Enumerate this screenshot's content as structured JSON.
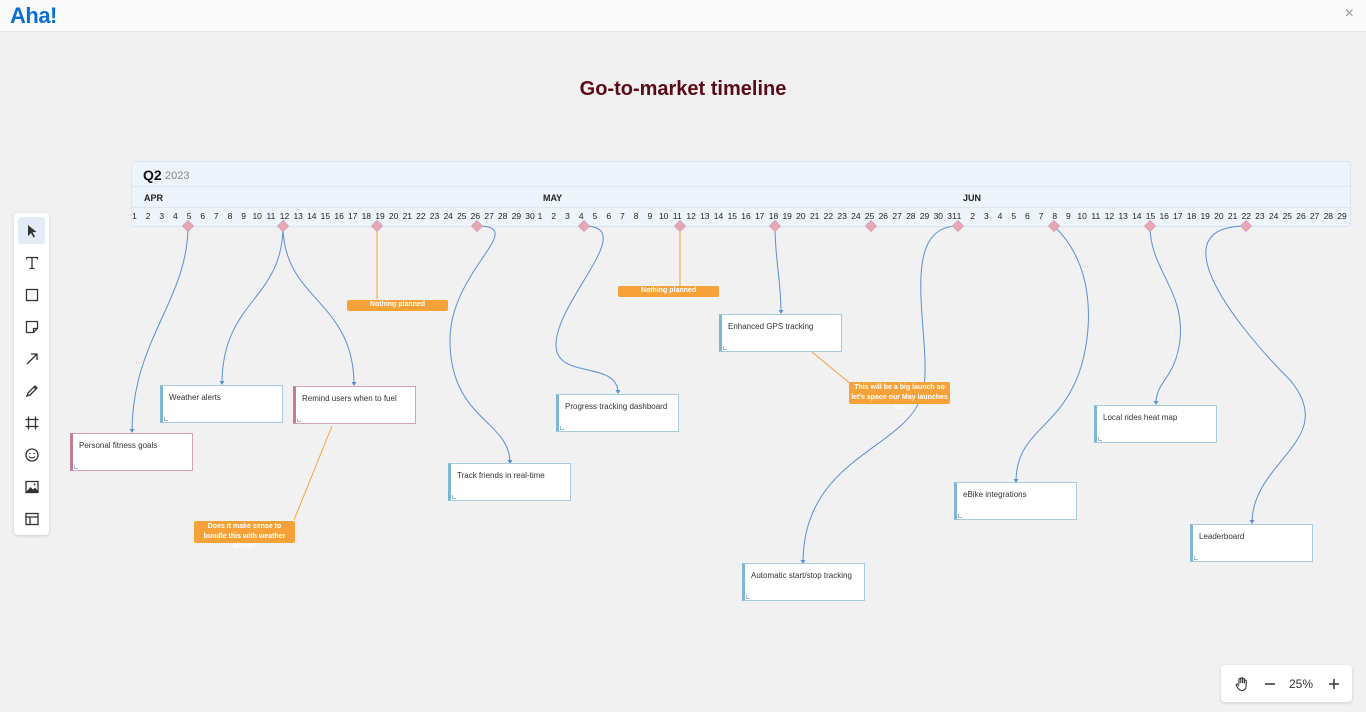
{
  "app": {
    "logo": "Aha!",
    "close_label": "×"
  },
  "title": "Go-to-market timeline",
  "timeline": {
    "quarter": "Q2",
    "year": "2023",
    "months": [
      {
        "label": "APR",
        "days": [
          "1",
          "2",
          "3",
          "4",
          "5",
          "6",
          "7",
          "8",
          "9",
          "10",
          "11",
          "12",
          "13",
          "14",
          "15",
          "16",
          "17",
          "18",
          "19",
          "20",
          "21",
          "22",
          "23",
          "24",
          "25",
          "26",
          "27",
          "28",
          "29",
          "30"
        ]
      },
      {
        "label": "MAY",
        "days": [
          "1",
          "2",
          "3",
          "4",
          "5",
          "6",
          "7",
          "8",
          "9",
          "10",
          "11",
          "12",
          "13",
          "14",
          "15",
          "16",
          "17",
          "18",
          "19",
          "20",
          "21",
          "22",
          "23",
          "24",
          "25",
          "26",
          "27",
          "28",
          "29",
          "30",
          "31"
        ]
      },
      {
        "label": "JUN",
        "days": [
          "1",
          "2",
          "3",
          "4",
          "5",
          "6",
          "7",
          "8",
          "9",
          "10",
          "11",
          "12",
          "13",
          "14",
          "15",
          "16",
          "17",
          "18",
          "19",
          "20",
          "21",
          "22",
          "23",
          "24",
          "25",
          "26",
          "27",
          "28",
          "29"
        ]
      }
    ]
  },
  "toolbar": {
    "tools": [
      {
        "name": "select-tool",
        "icon": "cursor-icon",
        "active": true
      },
      {
        "name": "text-tool",
        "icon": "text-icon"
      },
      {
        "name": "shape-tool",
        "icon": "square-icon"
      },
      {
        "name": "sticky-note-tool",
        "icon": "sticky-note-icon"
      },
      {
        "name": "arrow-tool",
        "icon": "arrow-icon"
      },
      {
        "name": "pen-tool",
        "icon": "pen-icon"
      },
      {
        "name": "frame-tool",
        "icon": "frame-icon"
      },
      {
        "name": "emoji-tool",
        "icon": "smiley-icon"
      },
      {
        "name": "image-tool",
        "icon": "image-icon"
      },
      {
        "name": "template-tool",
        "icon": "template-icon"
      }
    ]
  },
  "cards": {
    "personal_fitness": "Personal fitness goals",
    "weather_alerts": "Weather alerts",
    "remind_fuel": "Remind users when to fuel",
    "track_friends": "Track friends in real-time",
    "progress_dashboard": "Progress tracking dashboard",
    "gps_tracking": "Enhanced GPS tracking",
    "auto_tracking": "Automatic start/stop tracking",
    "ebike": "eBike integrations",
    "heat_map": "Local rides heat map",
    "leaderboard": "Leaderboard"
  },
  "notes": {
    "nothing_apr": "Nothing planned",
    "nothing_may": "Nothing planned",
    "bundle_question": "Does it make sense to bundle this with weather alerts?",
    "big_launch": "This will be a big launch so let's space our May launches out"
  },
  "zoom": {
    "level": "25%"
  },
  "colors": {
    "logo": "#0a6dd1",
    "title": "#5b0b17",
    "note": "#f7a238",
    "connector": "#5b8fd6",
    "milestone": "#e4a8b7"
  }
}
